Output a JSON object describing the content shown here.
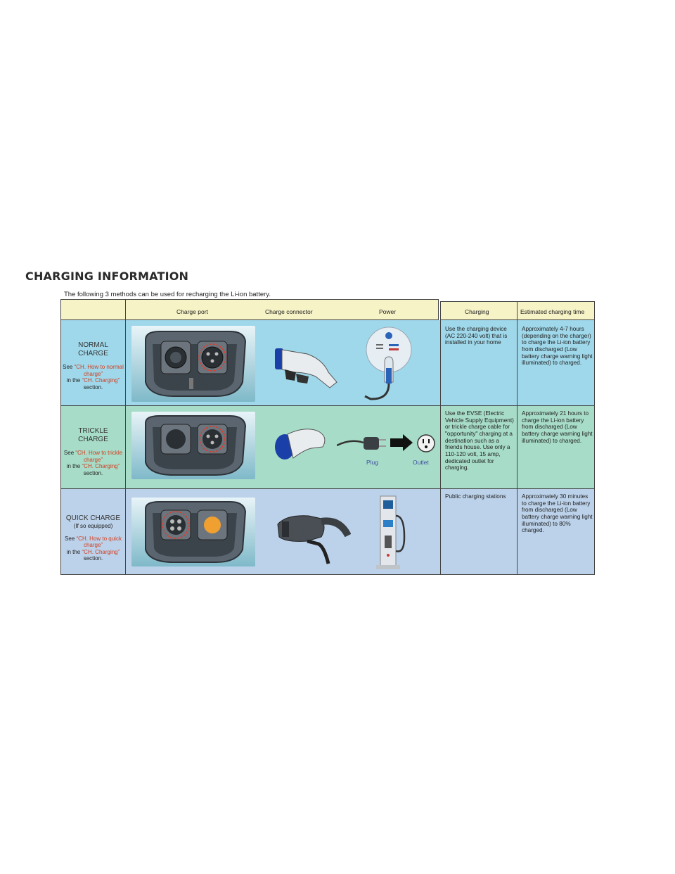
{
  "title": "CHARGING INFORMATION",
  "intro": "The following 3 methods can be used for recharging the Li-ion battery.",
  "headers": {
    "charge_port": "Charge port",
    "charge_connector": "Charge connector",
    "power": "Power",
    "charging": "Charging",
    "estimated_time": "Estimated charging time"
  },
  "rows": [
    {
      "name_line1": "NORMAL",
      "name_line2": "CHARGE",
      "see": "See",
      "link1": "“CH. How to normal charge”",
      "in_the": "in the",
      "link2": "“CH. Charging”",
      "section": "section.",
      "charging": "Use the charging device (AC 220-240 volt) that is installed in your home",
      "time": "Approximately 4-7 hours (depending on the charger) to charge the Li-ion battery from discharged (Low battery charge warning light illuminated) to charged.",
      "bg": "#9fd8ea"
    },
    {
      "name_line1": "TRICKLE",
      "name_line2": "CHARGE",
      "see": "See",
      "link1": "“CH. How to trickle charge”",
      "in_the": "in the",
      "link2": "“CH. Charging”",
      "section": "section.",
      "charging": "Use the EVSE (Electric Vehicle Supply Equipment) or trickle charge cable for \"opportunity\" charging at a destination such as a friends house. Use only a 110-120 volt, 15 amp, dedicated outlet for charging.",
      "time": "Approximately 21 hours to charge the Li-ion battery from discharged (Low battery charge warning light illuminated) to charged.",
      "plug": "Plug",
      "outlet": "Outlet",
      "bg": "#a7dcc8"
    },
    {
      "name_line1": "QUICK CHARGE",
      "sub": "(If so equipped)",
      "see": "See",
      "link1": "“CH. How to quick charge”",
      "in_the": "in the",
      "link2": "“CH. Charging”",
      "section": "section.",
      "charging": "Public charging stations",
      "time": "Approximately 30 minutes to charge the Li-ion battery from discharged (Low battery charge warning light illuminated) to 80% charged.",
      "bg": "#bcd2ea"
    }
  ]
}
